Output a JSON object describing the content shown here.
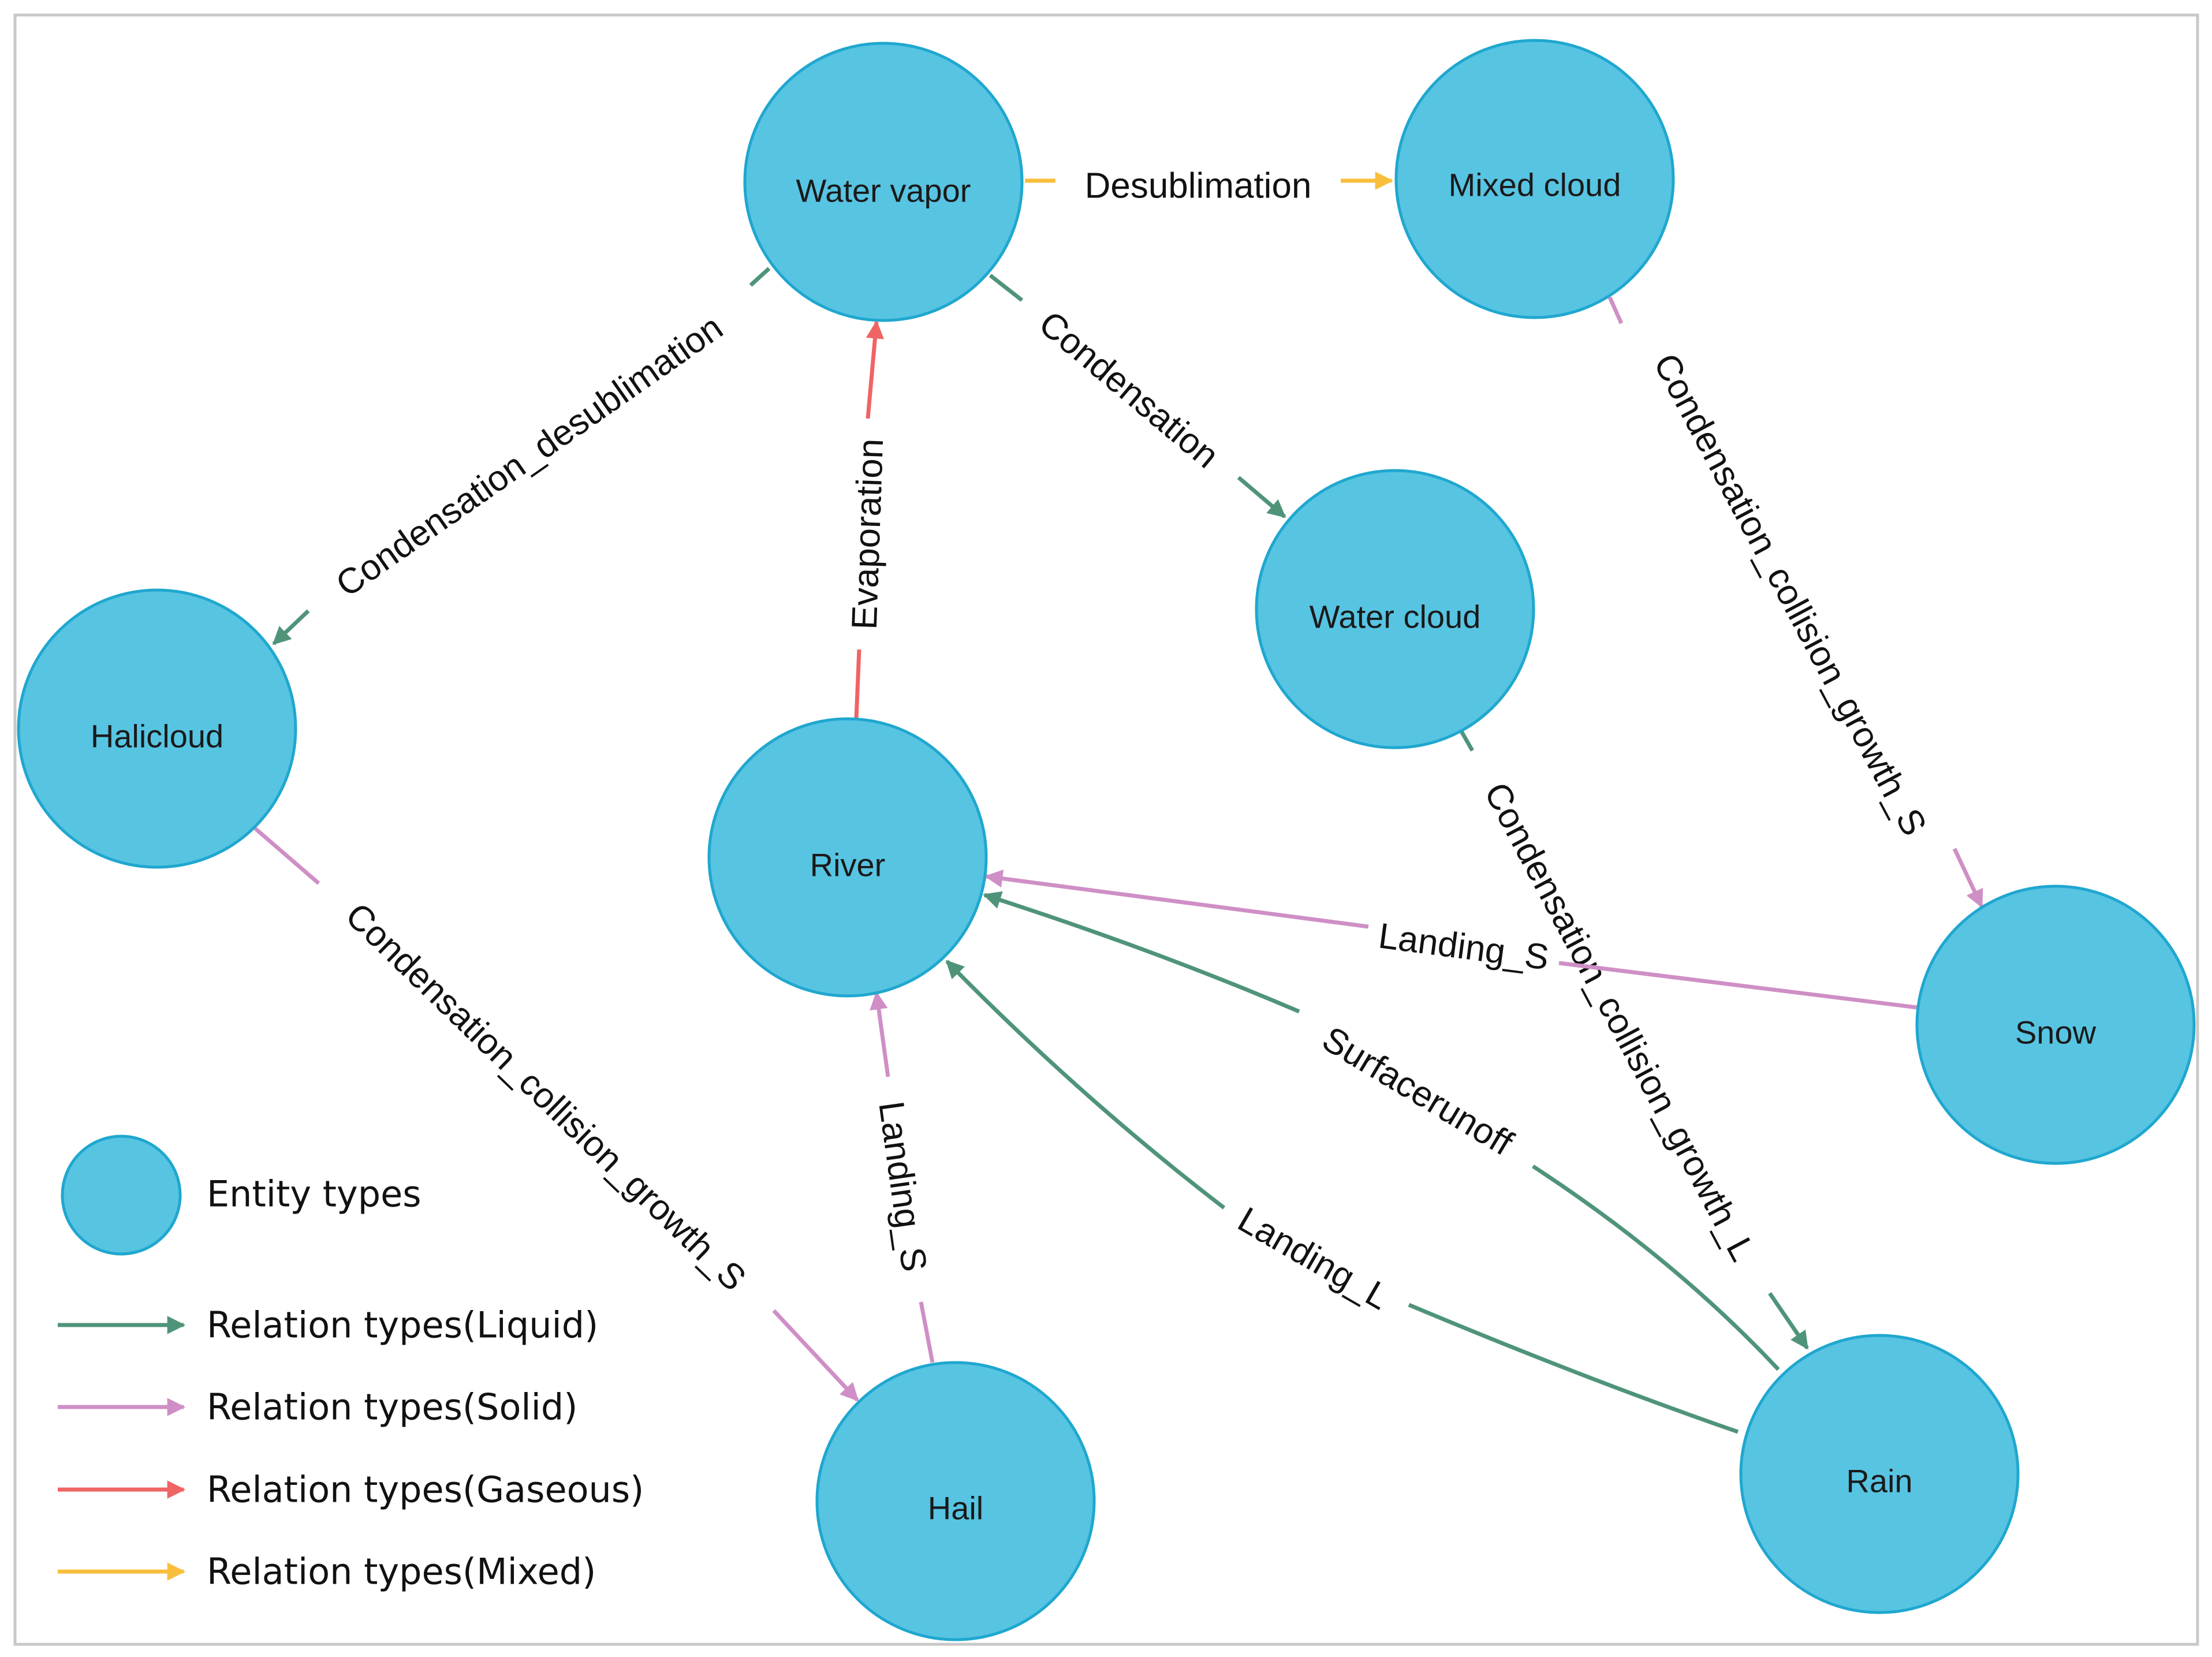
{
  "colors": {
    "liquid": "#4f9479",
    "solid": "#cf8fc6",
    "gaseous": "#ef6464",
    "mixed": "#f8bf3d",
    "node_fill": "#57c4e2",
    "node_stroke": "#1fa7cf"
  },
  "nodes": {
    "water_vapor": "Water vapor",
    "mixed_cloud": "Mixed cloud",
    "halicloud": "Halicloud",
    "water_cloud": "Water cloud",
    "river": "River",
    "snow": "Snow",
    "hail": "Hail",
    "rain": "Rain"
  },
  "edges": {
    "desublimation": "Desublimation",
    "condensation_desublimation": "Condensation_desublimation",
    "evaporation": "Evaporation",
    "condensation": "Condensation",
    "collision_growth_s_mixed": "Condensation_collision_growth_S",
    "collision_growth_s_hali": "Condensation_collision_growth_S",
    "collision_growth_l": "Condensation_collision_growth_L",
    "landing_s_snow": "Landing_S",
    "landing_s_hail": "Landing_S",
    "surfacerunoff": "Surfacerunoff",
    "landing_l": "Landing_L"
  },
  "legend": {
    "entity": "Entity types",
    "liquid": "Relation types(Liquid)",
    "solid": "Relation types(Solid)",
    "gaseous": "Relation types(Gaseous)",
    "mixed": "Relation types(Mixed)"
  }
}
